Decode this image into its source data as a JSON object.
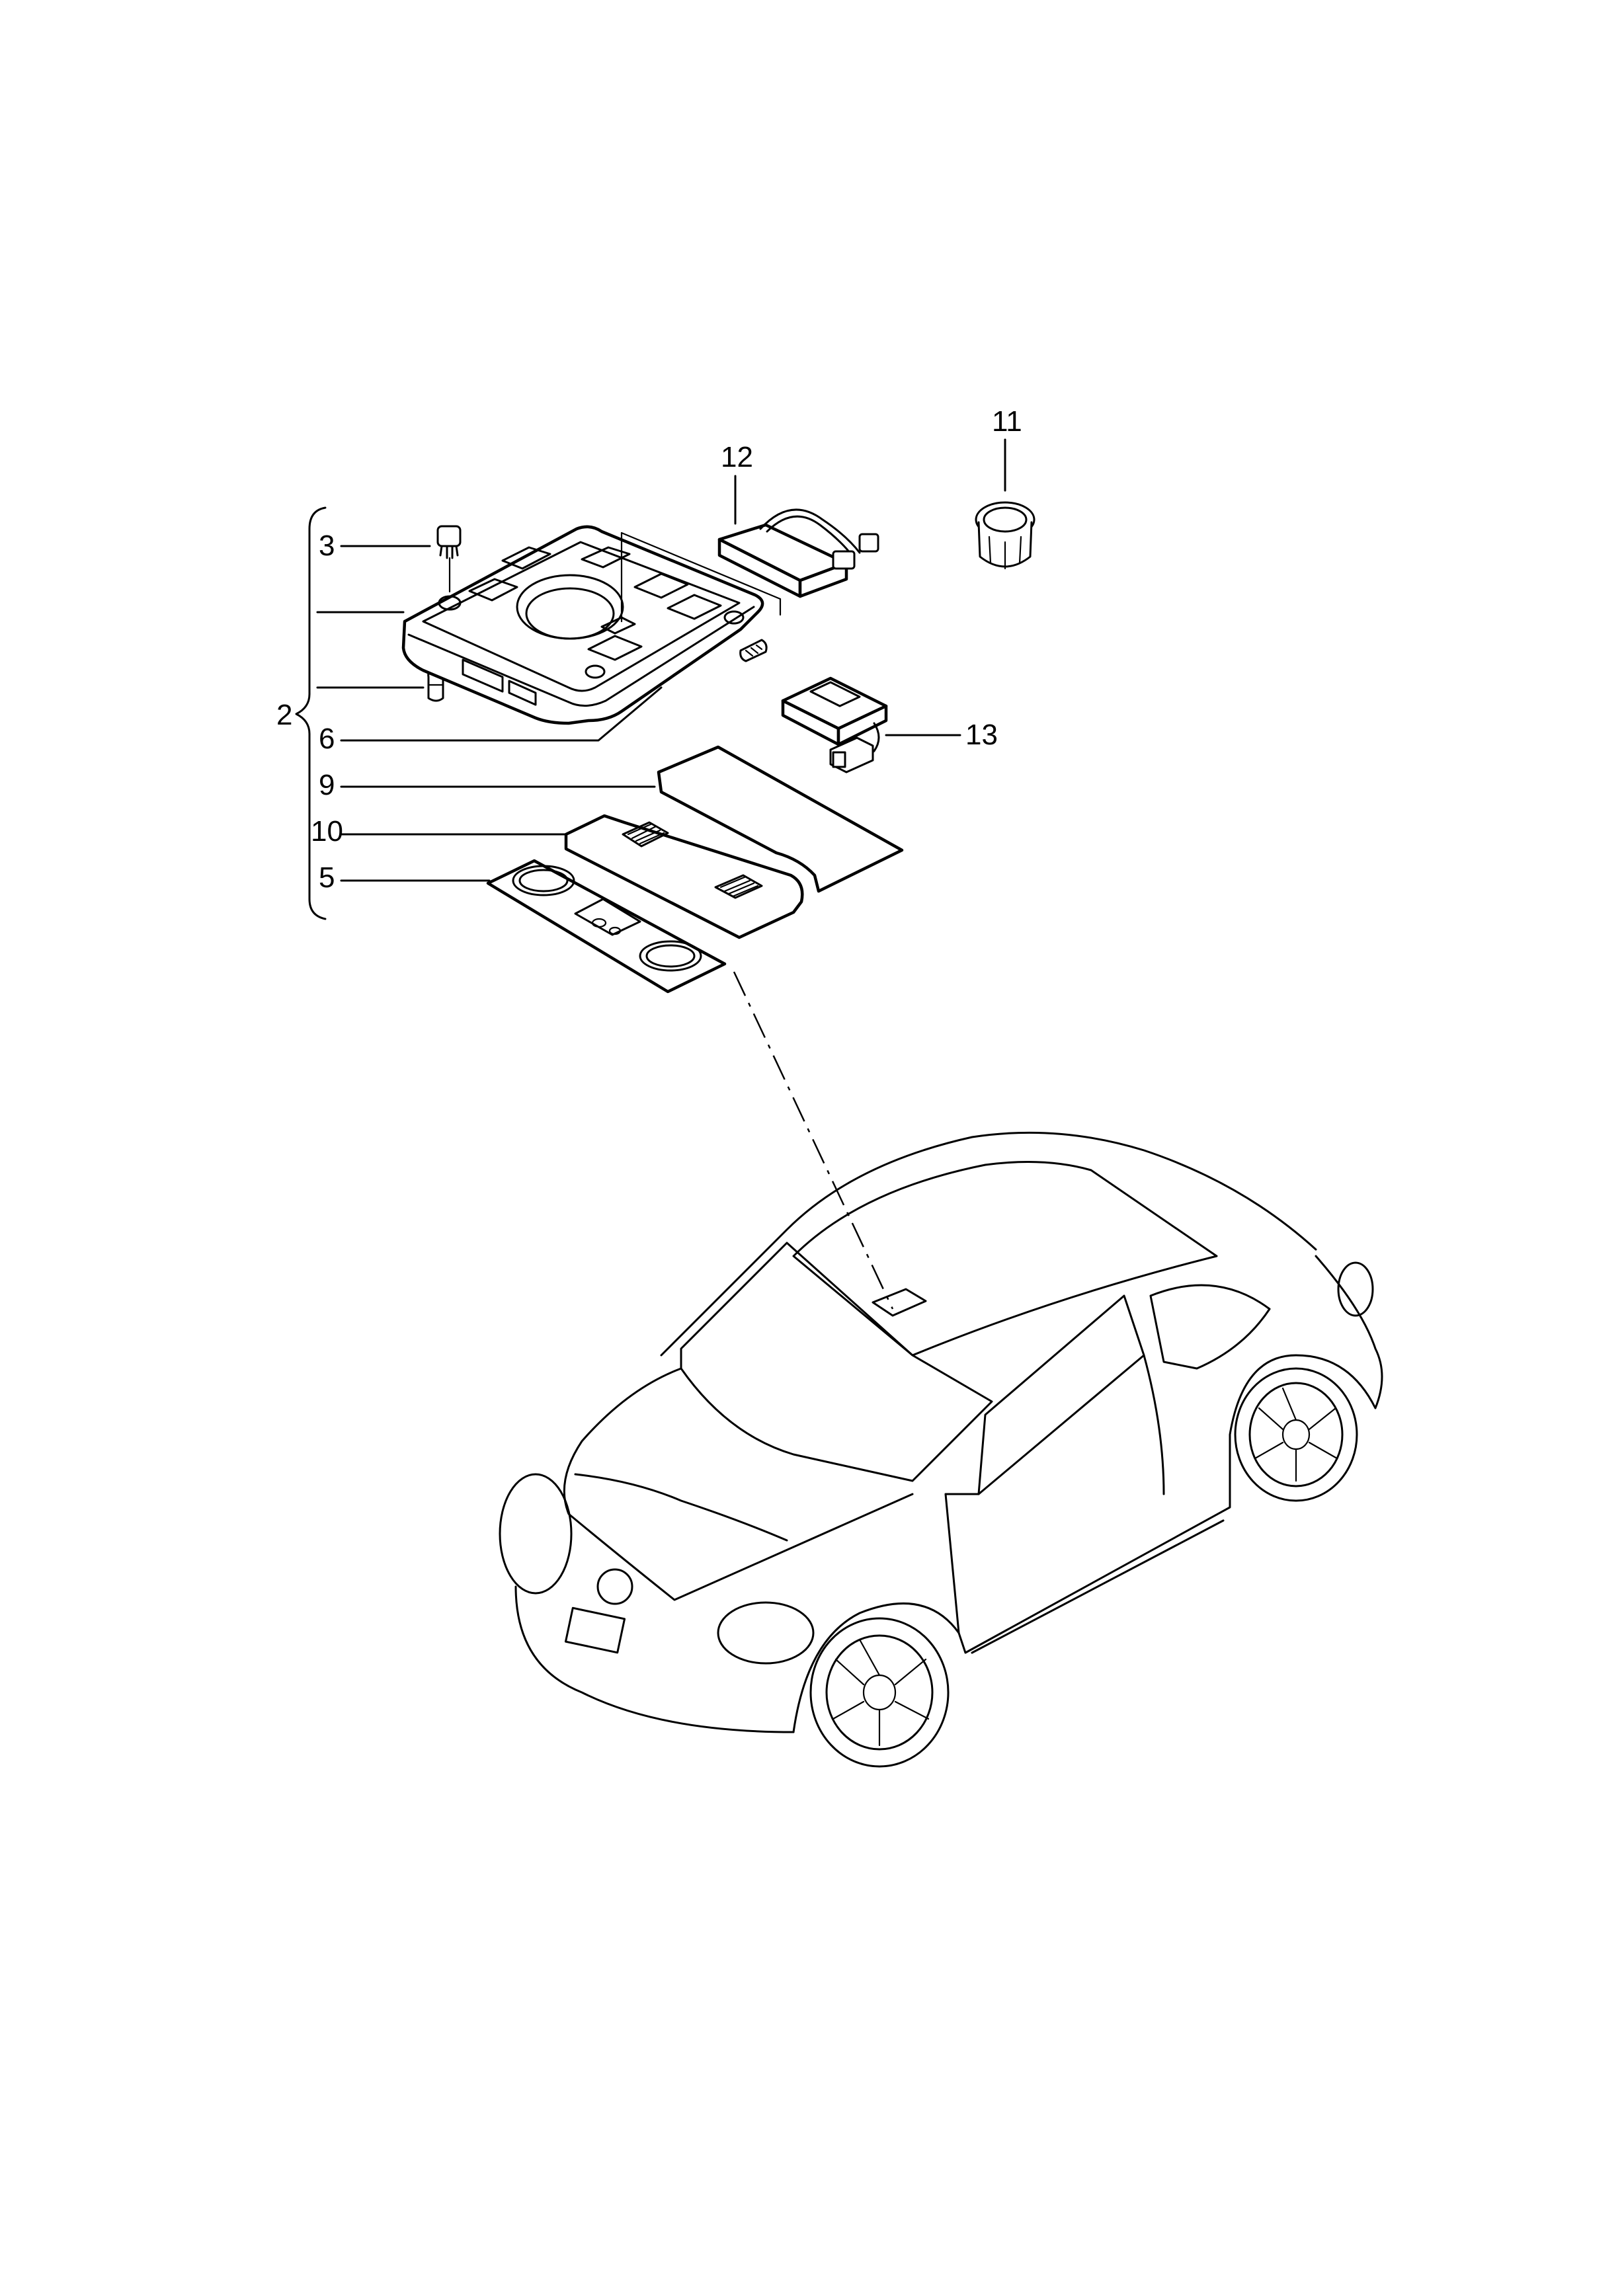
{
  "diagram": {
    "callouts": {
      "c2": "2",
      "c3": "3",
      "c5": "5",
      "c6": "6",
      "c9": "9",
      "c10": "10",
      "c11": "11",
      "c12": "12",
      "c13": "13"
    }
  }
}
